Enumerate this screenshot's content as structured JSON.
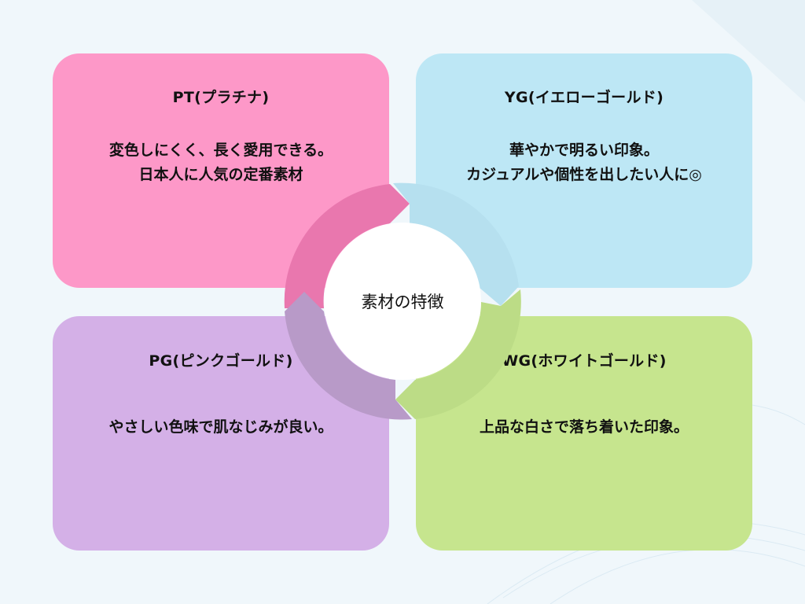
{
  "center": {
    "label": "素材の特徴"
  },
  "cards": {
    "pt": {
      "title": "PT(プラチナ)",
      "desc": "変色しにくく、長く愛用できる。\n日本人に人気の定番素材",
      "color": "#fd98c8"
    },
    "yg": {
      "title": "YG(イエローゴールド)",
      "desc": "華やかで明るい印象。\nカジュアルや個性を出したい人に◎",
      "color": "#bde7f5"
    },
    "pg": {
      "title": "PG(ピンクゴールド)",
      "desc": "やさしい色味で肌なじみが良い。",
      "color": "#d4b0e7"
    },
    "wg": {
      "title": "WG(ホワイトゴールド)",
      "desc": "上品な白さで落ち着いた印象。",
      "color": "#c6e58e"
    }
  },
  "ring_colors": [
    "#e977ae",
    "#b6e0ef",
    "#bcdc86",
    "#b89ac8"
  ]
}
